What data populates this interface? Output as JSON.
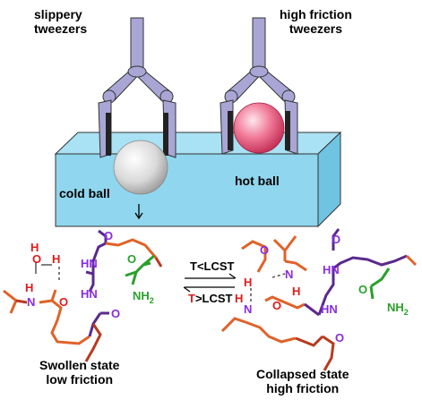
{
  "labels": {
    "slippery_line1": "slippery",
    "slippery_line2": "tweezers",
    "friction_line1": "high friction",
    "friction_line2": "tweezers",
    "cold_ball": "cold ball",
    "hot_ball": "hot ball",
    "t_below": "T<LCST",
    "t_above_T": "T",
    "t_above_rest": ">LCST",
    "swollen_line1": "Swollen state",
    "swollen_line2": "low friction",
    "collapsed_line1": "Collapsed state",
    "collapsed_line2": "high friction"
  },
  "atoms": {
    "O": "O",
    "H": "H",
    "N": "N",
    "NH2": "NH",
    "sub2": "2",
    "HN": "HN"
  },
  "colors": {
    "slab_front": "#8fd6ee",
    "slab_top": "#a9e2f4",
    "tweezer": "#a9a6d6",
    "tweezer_dark": "#6f6aa6",
    "backbone_orange": "#e0622a",
    "backbone_red": "#b83a1f",
    "backbone_purple": "#5a2a8c",
    "side_green": "#2aa02a",
    "atom_purple": "#8a2be2",
    "atom_red": "#e01a1a",
    "atom_green": "#2aa02a",
    "t_red": "#e01a1a"
  }
}
